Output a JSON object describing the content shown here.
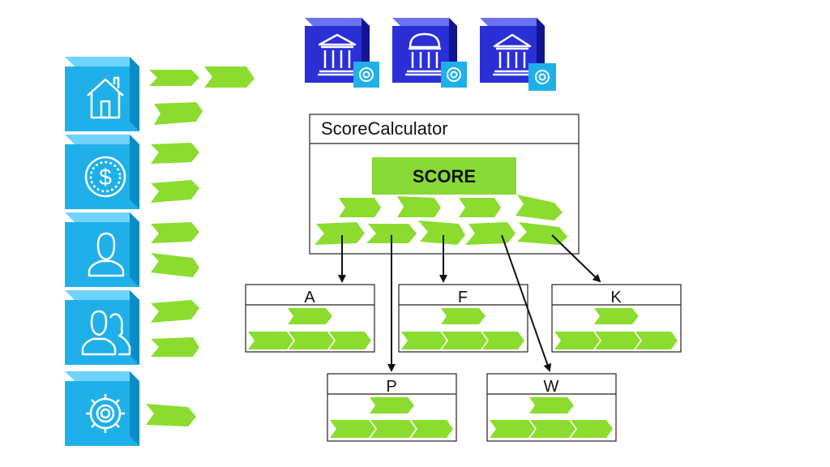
{
  "score_calculator": {
    "title": "ScoreCalculator",
    "score_label": "SCORE"
  },
  "categories": [
    {
      "label": "A"
    },
    {
      "label": "F"
    },
    {
      "label": "K"
    },
    {
      "label": "P"
    },
    {
      "label": "W"
    }
  ],
  "side_blocks": [
    {
      "icon": "house-icon"
    },
    {
      "icon": "dollar-coin-icon"
    },
    {
      "icon": "user-icon"
    },
    {
      "icon": "users-group-icon"
    },
    {
      "icon": "gear-icon"
    }
  ],
  "bank_blocks": [
    {
      "icon": "bank-building-icon"
    },
    {
      "icon": "bank-building-icon"
    },
    {
      "icon": "bank-building-icon"
    }
  ],
  "colors": {
    "cube_front": "#1fb0ea",
    "cube_top": "#6fd3fb",
    "cube_side": "#0b8cc7",
    "bank_front": "#2a2fd6",
    "bank_top": "#6a72f0",
    "bank_side": "#12158f",
    "chevron": "#8bdc2e",
    "score_box": "#88d936"
  }
}
